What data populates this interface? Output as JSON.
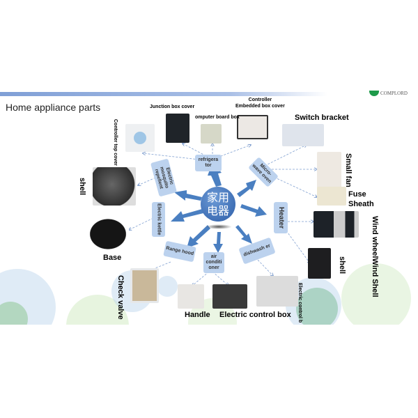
{
  "title": "Home appliance parts",
  "logo": "COMPLORD",
  "center": {
    "line1": "家用",
    "line2": "电器"
  },
  "appliances": {
    "refrigerator": "refrigera tor",
    "microwave": "Micro-wave oven",
    "mosquito": "Electric mosquito repellent",
    "kettle": "Electric kettle",
    "heater": "Heater",
    "range_hood": "Range hood",
    "air_conditioner": "air conditi oner",
    "dishwasher": "dishwash er"
  },
  "parts": {
    "controller_top_cover": "Controller top cover",
    "junction_box_cover": "Junction box cover",
    "computer_board_box": "omputer board box",
    "controller_embedded_1": "Controller",
    "controller_embedded_2": "Embedded box cover",
    "switch_bracket": "Switch bracket",
    "small_fan": "Small fan",
    "fuse": "Fuse",
    "sheath": "Sheath",
    "shell_left": "shell",
    "base": "Base",
    "wind_wheel": "Wind wheelWind Shell",
    "shell_right": "shell",
    "check_valve": "Check valve",
    "handle": "Handle",
    "electric_control_box": "Electric control box",
    "electric_control_b": "Electric control b"
  },
  "colors": {
    "accent": "#4a7fc1",
    "box": "#bcd2ee"
  }
}
